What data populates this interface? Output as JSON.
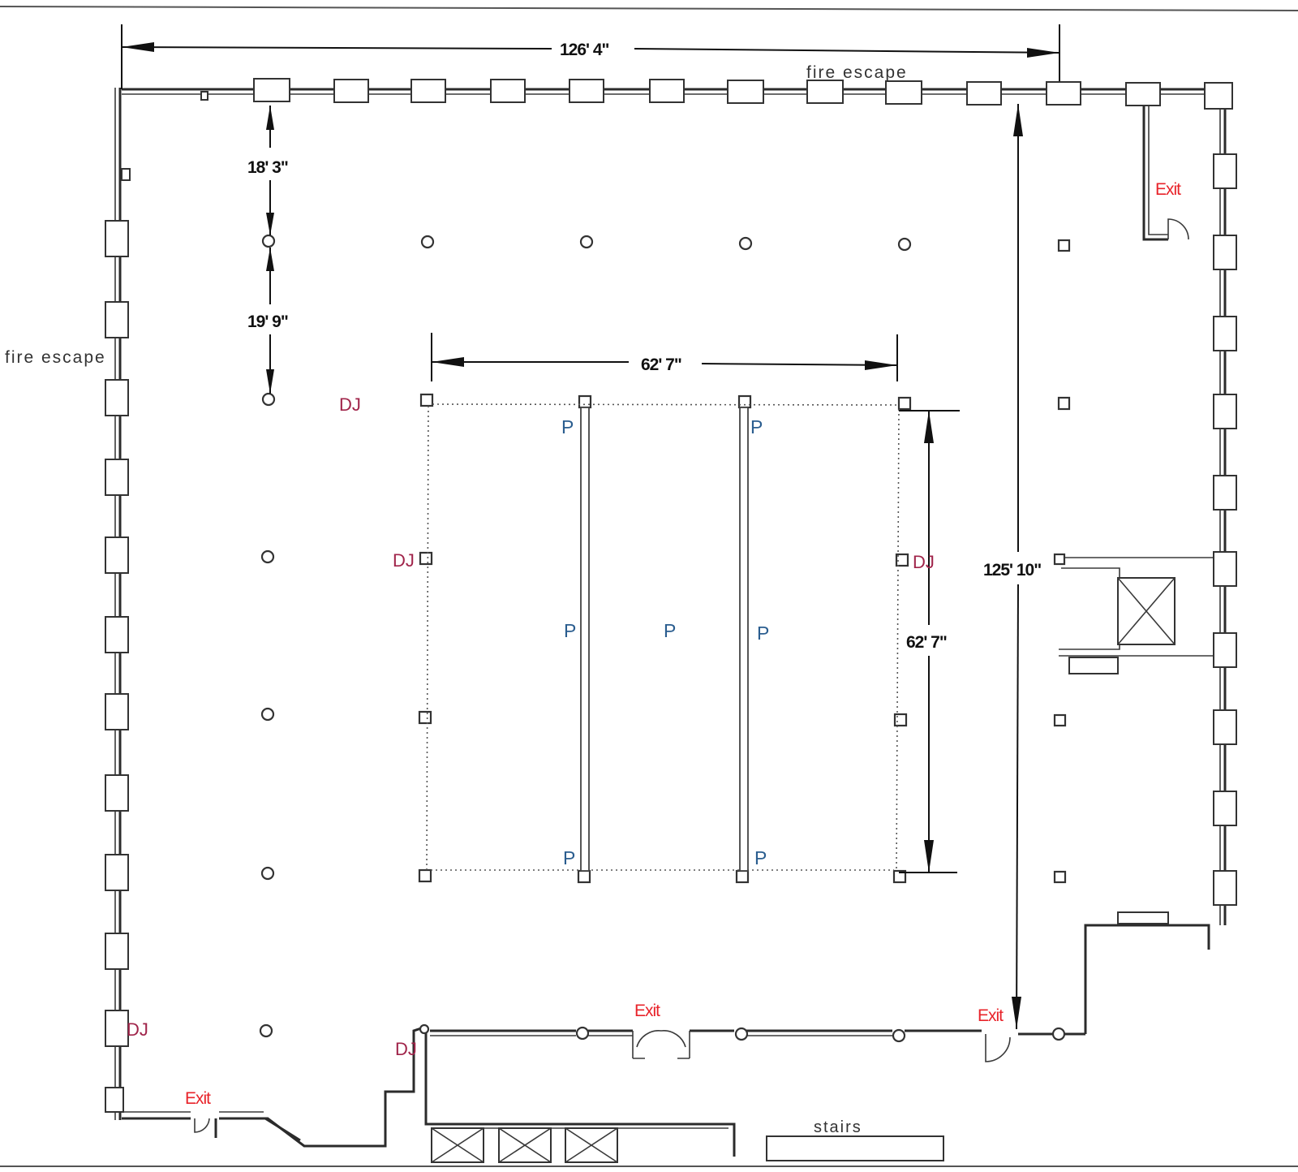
{
  "dimensions": {
    "top_width": "126' 4\"",
    "north_offset": "18' 3\"",
    "bay_spacing": "19' 9\"",
    "dance_floor_width": "62' 7\"",
    "dance_floor_depth": "62' 7\"",
    "overall_depth": "125' 10\""
  },
  "labels": {
    "fire_escape_top": "fire escape",
    "fire_escape_left": "fire escape",
    "stairs": "stairs"
  },
  "exits": [
    "Exit",
    "Exit",
    "Exit",
    "Exit"
  ],
  "dj_positions": [
    "DJ",
    "DJ",
    "DJ",
    "DJ",
    "DJ"
  ],
  "power_points": [
    "P",
    "P",
    "P",
    "P",
    "P",
    "P",
    "P"
  ],
  "colors": {
    "exit": "#e8232a",
    "dj": "#a0244a",
    "power": "#2a5d8f",
    "walls": "#2b2b2b"
  }
}
